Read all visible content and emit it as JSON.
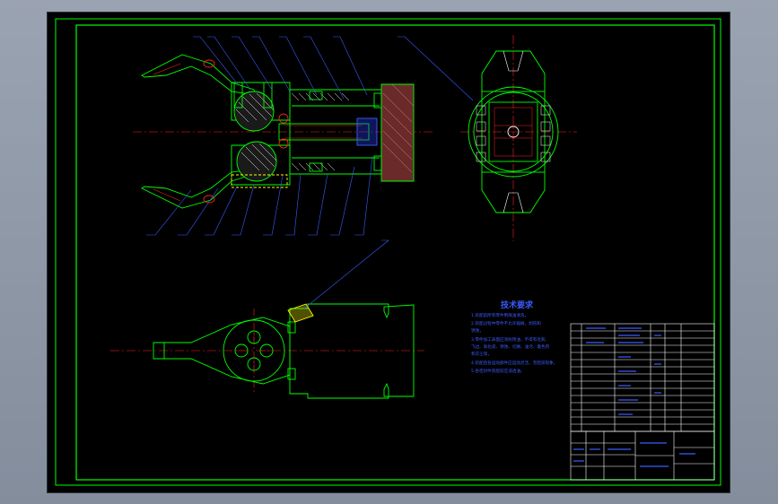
{
  "viewer": {
    "background": "#8d97a6",
    "sheet_background": "#000000"
  },
  "colors": {
    "border": "#00ff00",
    "outline": "#00ff00",
    "centerline": "#ff2020",
    "hatch": "#ffffff",
    "leader": "#3b5cff",
    "notes": "#3b5cff",
    "hidden": "#ffff00",
    "part_dark": "#6b2a2a"
  },
  "notes": {
    "title": "技术要求",
    "lines": [
      "1.装配前所有零件用煤油清洗，",
      "2.装配过程中零件不允许磕碰，划伤和",
      "锈蚀，",
      "3.零件加工表面应涂防锈油，不得有毛刺、",
      "飞边、氧化皮、锈蚀、切屑、油污、着色剂",
      "和灰尘等，",
      "4.装配后各运动部件应运动灵活，无阻滞现象，",
      "5.各密封件装配前应浸透油。"
    ]
  },
  "icons": {
    "balloon_leader": "leader-line-icon"
  }
}
